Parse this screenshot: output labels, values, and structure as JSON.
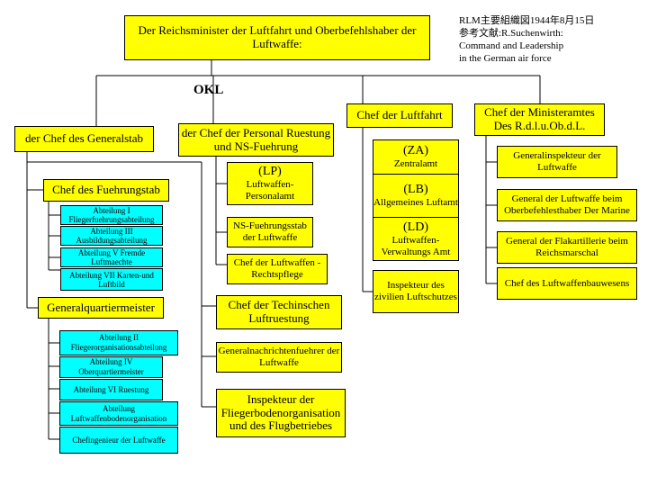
{
  "colors": {
    "yellow": "#ffff00",
    "cyan": "#00ffff",
    "line": "#000000"
  },
  "note": {
    "lines": [
      "RLM主要組織図1944年8月15日",
      "参考文献:R.Suchenwirth:",
      "Command and Leadership",
      "in the German air force"
    ]
  },
  "top": {
    "title": "Der Reichsminister der Luftfahrt und Oberbefehlshaber der Luftwaffe:"
  },
  "okl": "OKL",
  "generalstab": {
    "title": "der Chef des Generalstab",
    "fuehrungsstab": "Chef des Fuehrungstab",
    "fuehrung_depts": [
      "Abteilung I Fliegerfuehrungsabteilung",
      "Abteilung III Ausbildungsabteilung",
      "Abteilung V Fremde Luftmaechte",
      "Abteilung VII Karten-und Luftbild"
    ],
    "generalquartiermeister": "Generalquartiermeister",
    "gq_depts": [
      "Abteilung II Fliegerorganisationsabteilung",
      "Abteilung IV Oberquartiermeister",
      "Abteilung VI Ruestung",
      "Abteilung Luftwaffenbodenorganisation",
      "Chefingenieur der Luftwaffe"
    ],
    "techn_ruestung": "Chef der Techinschen Luftruestung",
    "nachrichten": "Generalnachrichtenfuehrer der Luftwaffe",
    "inspekteur_boden": "Inspekteur der Fliegerbodenorganisation und des Flugbetriebes"
  },
  "personal": {
    "title": "der Chef der Personal Ruestung und NS-Fuehrung",
    "lp_code": "(LP)",
    "lp_name": "Luftwaffen-Personalamt",
    "ns_stab": "NS-Fuehrungsstab der Luftwaffe",
    "recht": "Chef der Luftwaffen -Rechtspflege"
  },
  "luftfahrt": {
    "title": "Chef der Luftfahrt",
    "za_code": "(ZA)",
    "za_name": "Zentralamt",
    "lb_code": "(LB)",
    "lb_name": "Allgemeines Luftamt",
    "ld_code": "(LD)",
    "ld_name": "Luftwaffen-Verwaltungs Amt",
    "inspekteur_luftschutz": "Inspekteur des zivilien Luftschutzes"
  },
  "ministeramt": {
    "title": "Chef der Ministeramtes Des R.d.l.u.Ob.d.L.",
    "items": [
      "Generalinspekteur der Luftwaffe",
      "General der Luftwaffe beim Oberbefehlesthaber Der Marine",
      "General der Flakartillerie beim Reichsmarschal",
      "Chef des Luftwaffenbauwesens"
    ]
  }
}
